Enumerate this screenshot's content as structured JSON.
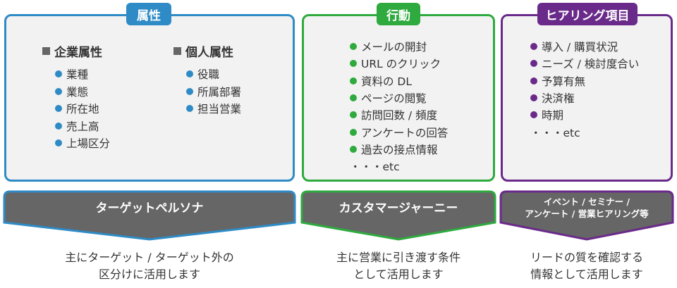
{
  "colors": {
    "blue": "#2e8bc6",
    "green": "#2eaa3e",
    "purple": "#6a2a8a",
    "banner_gray": "#666666"
  },
  "columns": [
    {
      "tag": "属性",
      "groups": [
        {
          "heading": "企業属性",
          "items": [
            "業種",
            "業態",
            "所在地",
            "売上高",
            "上場区分"
          ]
        },
        {
          "heading": "個人属性",
          "items": [
            "役職",
            "所属部署",
            "担当営業"
          ]
        }
      ],
      "banner": "ターゲットペルソナ",
      "caption": [
        "主にターゲット / ターゲット外の",
        "区分けに活用します"
      ]
    },
    {
      "tag": "行動",
      "items": [
        "メールの開封",
        "URL のクリック",
        "資料の DL",
        "ページの閲覧",
        "訪問回数 / 頻度",
        "アンケートの回答",
        "過去の接点情報"
      ],
      "etc": "・・・etc",
      "banner": "カスタマージャーニー",
      "caption": [
        "主に営業に引き渡す条件",
        "として活用します"
      ]
    },
    {
      "tag": "ヒアリング項目",
      "items": [
        "導入 / 購買状況",
        "ニーズ / 検討度合い",
        "予算有無",
        "決済権",
        "時期"
      ],
      "etc": "・・・etc",
      "banner": [
        "イベント / セミナー /",
        "アンケート / 営業ヒアリング等"
      ],
      "caption": [
        "リードの質を確認する",
        "情報として活用します"
      ]
    }
  ]
}
